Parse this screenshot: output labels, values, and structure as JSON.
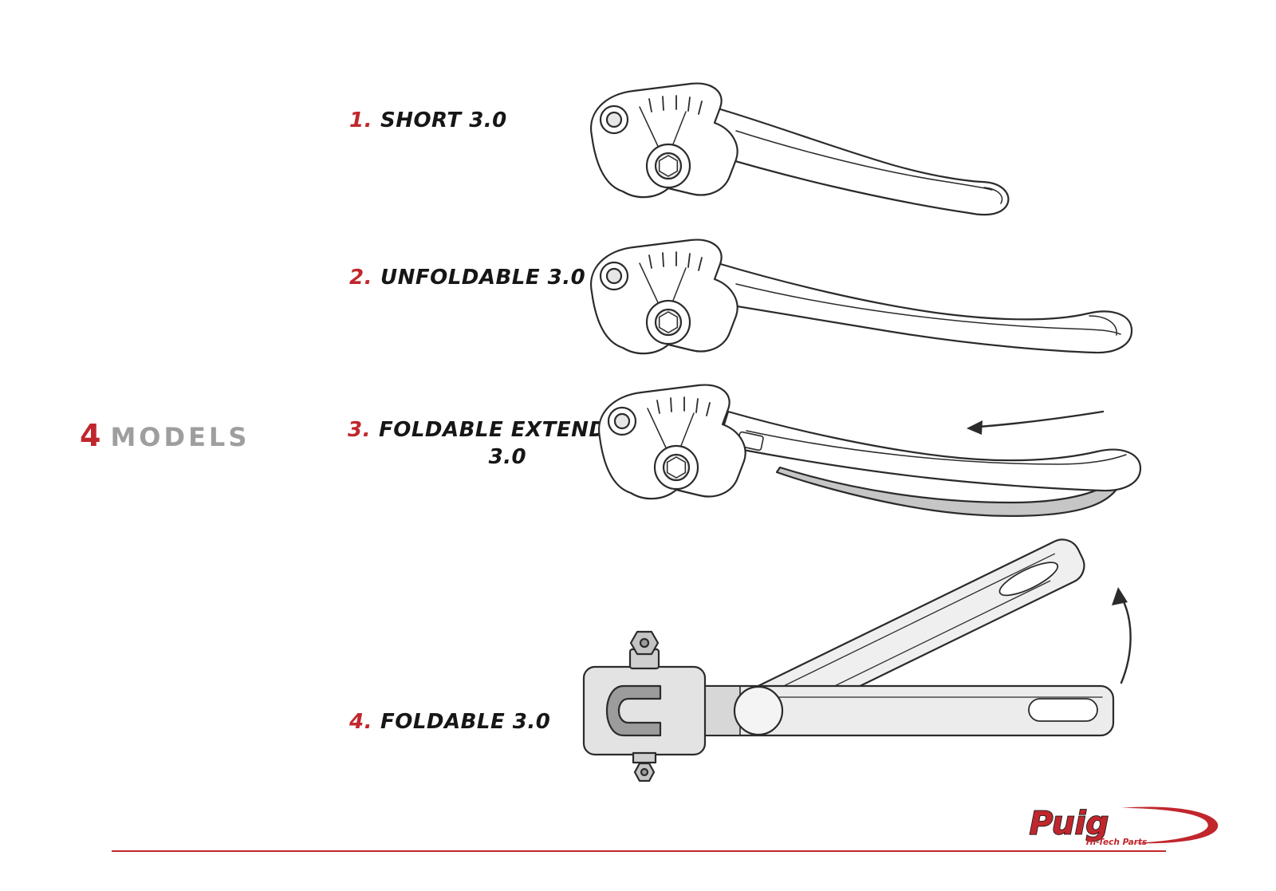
{
  "models": {
    "count": "4",
    "label": "MODELS"
  },
  "items": [
    {
      "number": "1.",
      "label": "SHORT 3.0"
    },
    {
      "number": "2.",
      "label": "UNFOLDABLE 3.0"
    },
    {
      "number": "3.",
      "label": "FOLDABLE EXTENDABLE",
      "label_line2": "3.0"
    },
    {
      "number": "4.",
      "label": "FOLDABLE 3.0"
    }
  ],
  "logo": {
    "brand": "Puig",
    "tagline": "Hi-Tech Parts"
  },
  "colors": {
    "accent_red": "#c0272d",
    "heading_gray": "#9e9e9e",
    "ink": "#2b2b2b",
    "extension_gray": "#c6c6c6"
  }
}
